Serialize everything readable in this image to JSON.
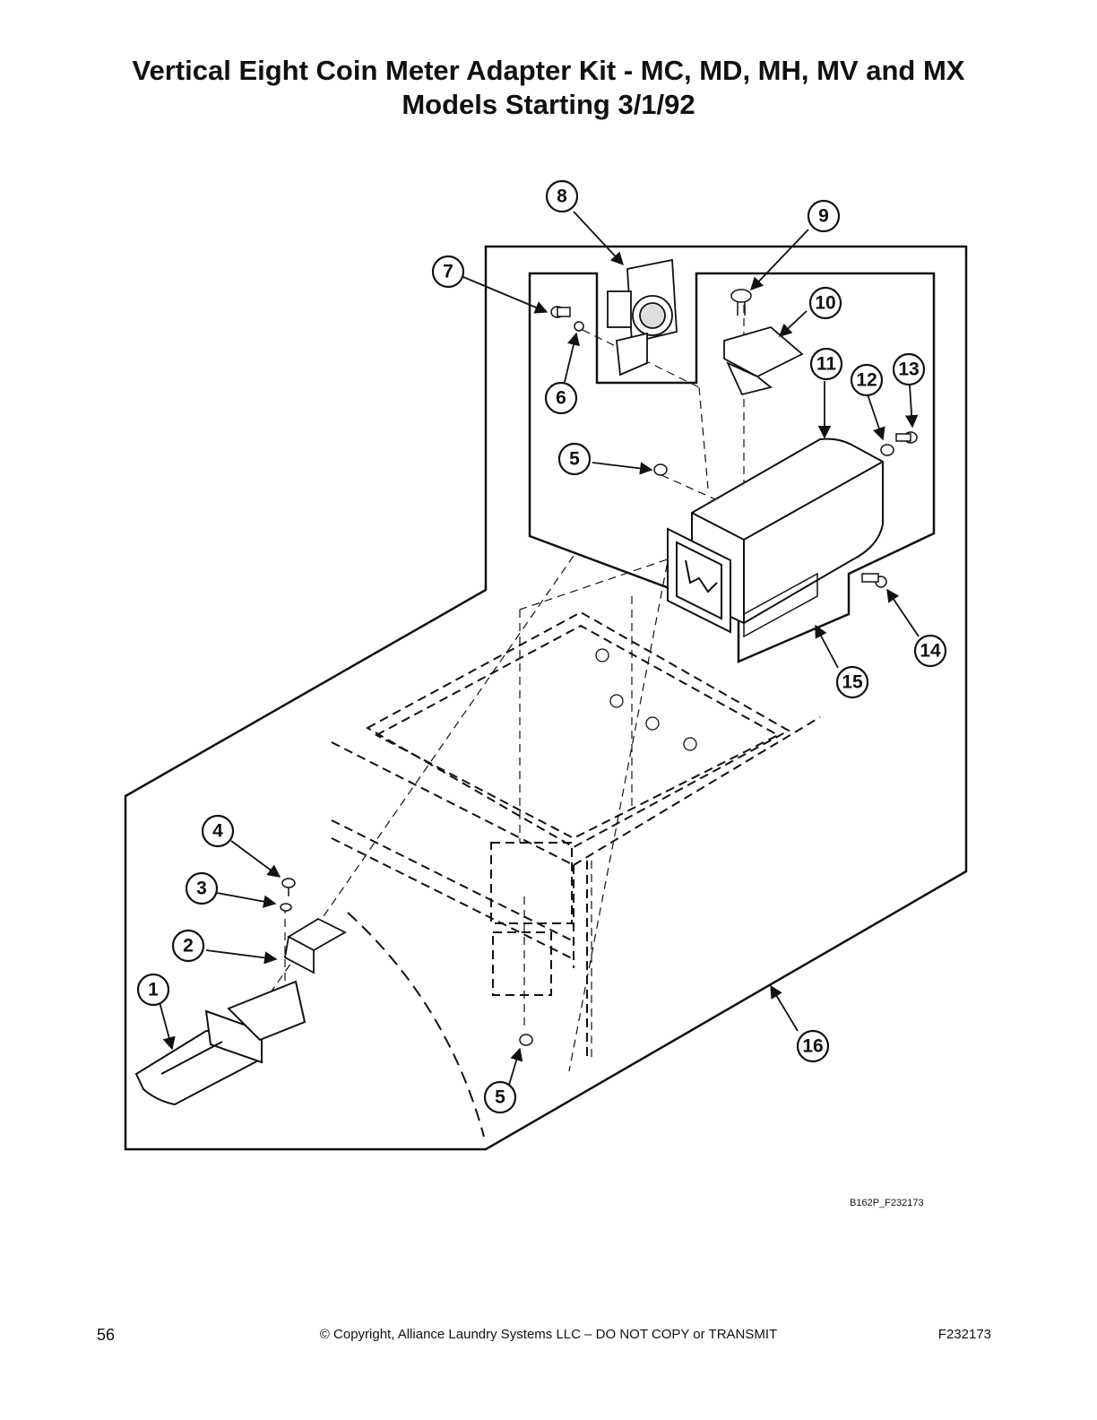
{
  "title": {
    "line1": "Vertical Eight Coin Meter Adapter Kit - MC, MD, MH, MV and MX",
    "line2": "Models Starting 3/1/92"
  },
  "callouts": [
    "1",
    "2",
    "3",
    "4",
    "5",
    "5",
    "6",
    "7",
    "8",
    "9",
    "10",
    "11",
    "12",
    "13",
    "14",
    "15",
    "16"
  ],
  "figure_code": "B162P_F232173",
  "footer": {
    "page_number": "56",
    "copyright": "© Copyright, Alliance Laundry Systems LLC – DO NOT COPY or TRANSMIT",
    "doc_code": "F232173"
  }
}
